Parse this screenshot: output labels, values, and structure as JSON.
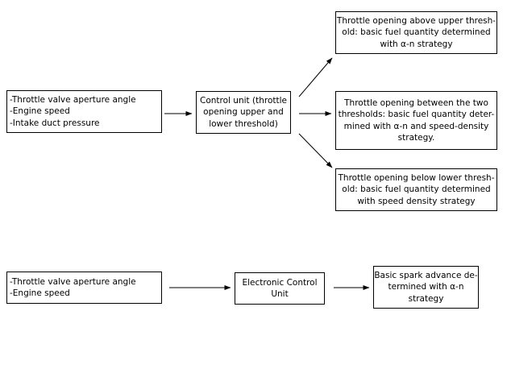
{
  "diagram1": {
    "inputs_box": {
      "lines": [
        "-Throttle valve aperture angle",
        "-Engine speed",
        "-Intake duct pressure"
      ]
    },
    "control_box": {
      "lines": [
        "Control unit (throttle",
        "opening upper and",
        "lower threshold)"
      ]
    },
    "out_upper_box": {
      "lines": [
        "Throttle opening above upper thresh-",
        "old: basic fuel quantity determined",
        "with α-n strategy"
      ]
    },
    "out_middle_box": {
      "lines": [
        "Throttle opening between the two",
        "thresholds: basic fuel quantity deter-",
        "mined with α-n and speed-density",
        "strategy."
      ]
    },
    "out_lower_box": {
      "lines": [
        "Throttle opening below lower thresh-",
        "old: basic fuel quantity determined",
        "with speed density strategy"
      ]
    }
  },
  "diagram2": {
    "inputs_box": {
      "lines": [
        "-Throttle valve aperture angle",
        "-Engine speed"
      ]
    },
    "control_box": {
      "lines": [
        "Electronic Control",
        "Unit"
      ]
    },
    "output_box": {
      "lines": [
        "Basic spark advance de-",
        "termined with α-n",
        "strategy"
      ]
    }
  }
}
